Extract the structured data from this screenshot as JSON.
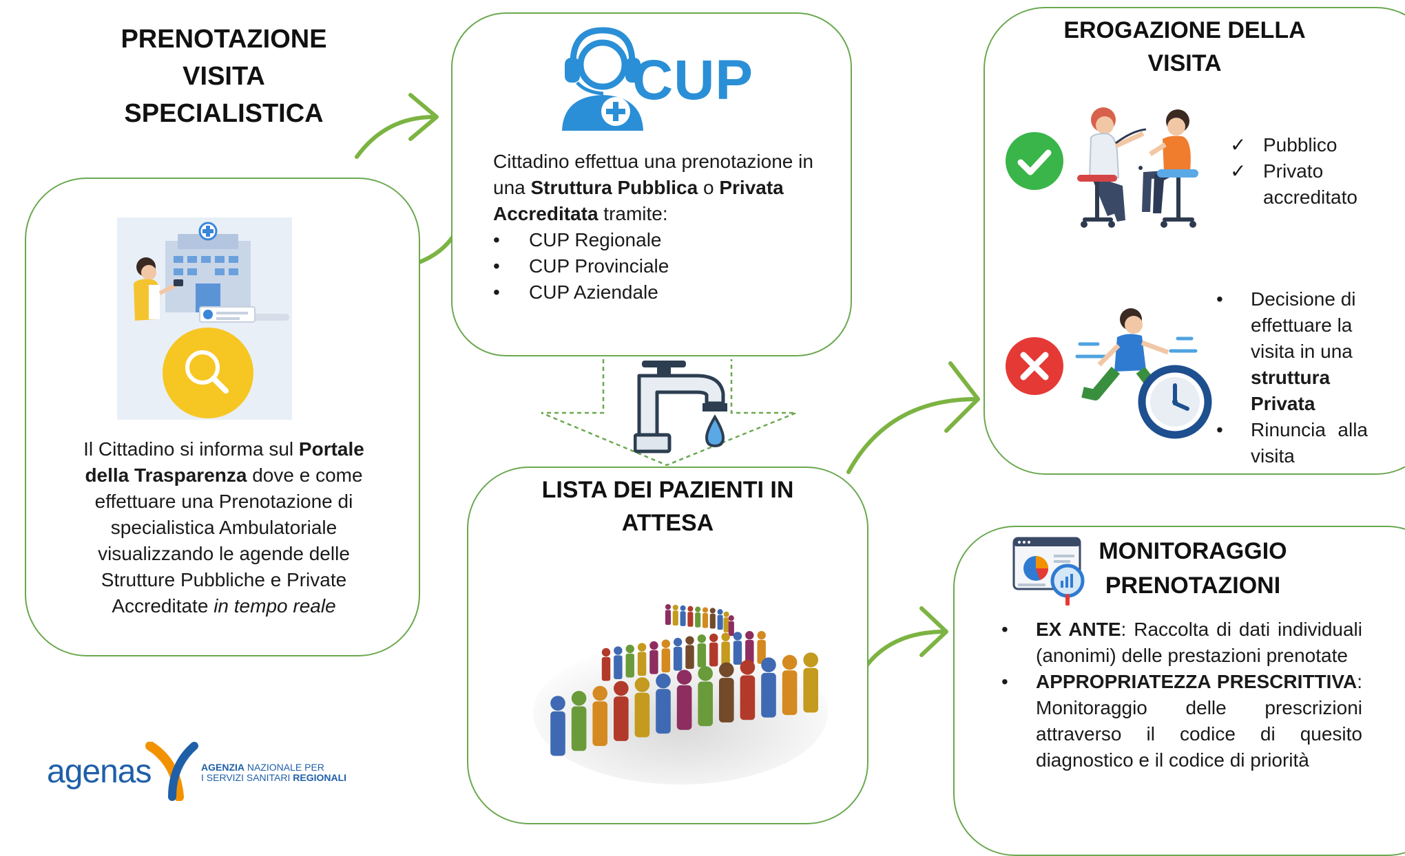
{
  "top_left_title": [
    "PRENOTAZIONE",
    "VISITA",
    "SPECIALISTICA"
  ],
  "cup_box": {
    "logo_text": "CUP",
    "intro_1": "Cittadino effettua una prenotazione in una ",
    "intro_b1": "Struttura Pubblica",
    "intro_2": " o ",
    "intro_b2": "Privata Accreditata",
    "intro_3": " tramite:",
    "items": [
      "CUP Regionale",
      "CUP Provinciale",
      "CUP Aziendale"
    ]
  },
  "portal_box": {
    "t1": "Il Cittadino si informa sul ",
    "b1": "Portale della Trasparenza",
    "t2": " dove e come effettuare una Prenotazione di specialistica Ambulatoriale visualizzando le agende delle Strutture Pubbliche e Private Accreditate ",
    "i1": "in tempo reale"
  },
  "waiting_box": {
    "title_1": "LISTA DEI PAZIENTI IN",
    "title_2": "ATTESA"
  },
  "delivery_box": {
    "title_1": "EROGAZIONE DELLA",
    "title_2": "VISITA",
    "check_items": [
      "Pubblico",
      "Privato accreditato"
    ],
    "check_mark": "✓",
    "decision_1": "Decisione di effettuare la visita in una ",
    "decision_b": "struttura Privata",
    "renounce": "Rinuncia alla visita"
  },
  "monitoring_box": {
    "title_1": "MONITORAGGIO",
    "title_2": "PRENOTAZIONI",
    "item1_b": "EX ANTE",
    "item1_t": ": Raccolta di dati individuali (anonimi) delle prestazioni prenotate",
    "item2_b": "APPROPRIATEZZA PRESCRITTIVA",
    "item2_t": ": Monitoraggio delle prescrizioni attraverso il codice di quesito diagnostico e il codice di priorità"
  },
  "logo": {
    "name": "agenas",
    "line1_b": "AGENZIA",
    "line1": " NAZIONALE PER",
    "line2": "I SERVIZI SANITARI ",
    "line2_b": "REGIONALI"
  },
  "colors": {
    "border": "#6aa84f",
    "arrow": "#7cb342",
    "cup_blue": "#2a8fd6",
    "check_green": "#3ab54a",
    "cross_red": "#e53935",
    "agenas_blue": "#1f5fa8",
    "agenas_orange": "#f39200"
  }
}
